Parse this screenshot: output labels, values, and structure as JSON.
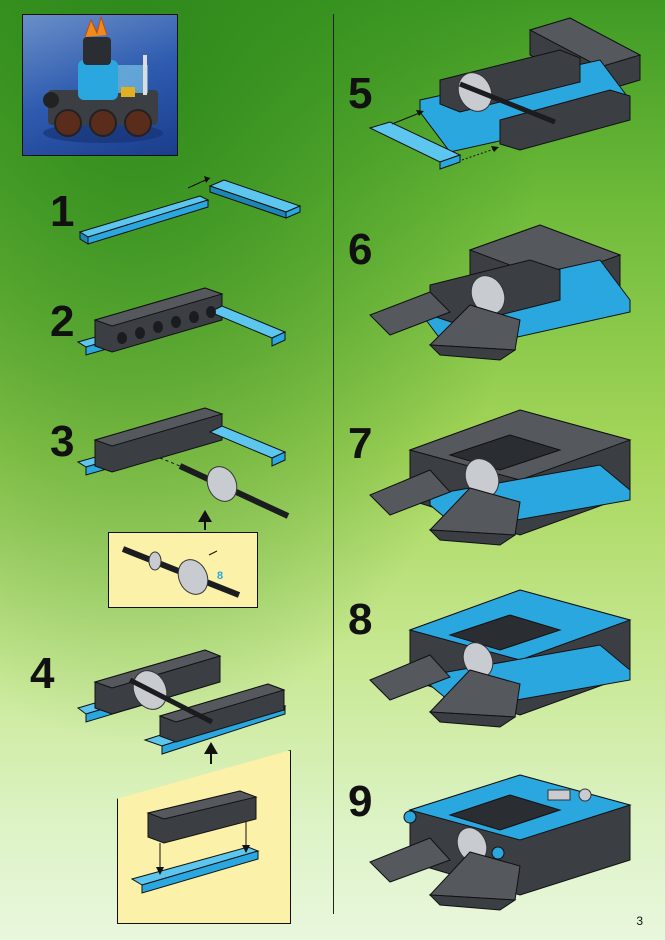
{
  "steps": [
    {
      "number": "1"
    },
    {
      "number": "2"
    },
    {
      "number": "3"
    },
    {
      "number": "4"
    },
    {
      "number": "5"
    },
    {
      "number": "6"
    },
    {
      "number": "7"
    },
    {
      "number": "8"
    },
    {
      "number": "9"
    }
  ],
  "callout_step3": {
    "quantity": "8"
  },
  "page_number": "3",
  "colors": {
    "brick_dark": "#3b3f44",
    "brick_top": "#55595e",
    "plate_blue": "#2aa7df",
    "plate_blue_top": "#5cc6ee",
    "callout_bg": "#fbf1a8"
  }
}
